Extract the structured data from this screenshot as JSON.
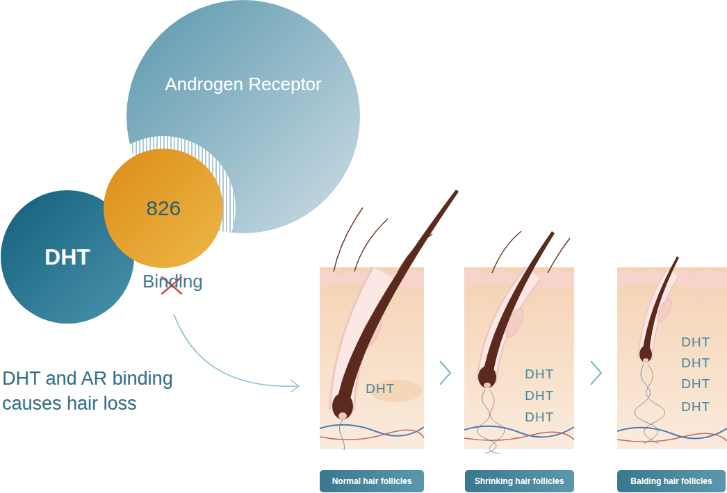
{
  "diagram": {
    "nodes": [
      {
        "text": [
          "Androgen Receptor"
        ]
      },
      {
        "text": [
          "826"
        ]
      },
      {
        "text": [
          "DHT"
        ]
      },
      {
        "text": [
          "Normal hair follicles"
        ]
      },
      {
        "text": [
          "Shrinking hair follicles"
        ]
      },
      {
        "text": [
          "Balding hair follicles"
        ]
      }
    ],
    "labels": [
      "Binding",
      "DHT and AR binding causes hair loss",
      "DHT",
      "DHT",
      "DHT",
      "DHT",
      "DHT",
      "DHT",
      "DHT",
      "DHT"
    ]
  }
}
